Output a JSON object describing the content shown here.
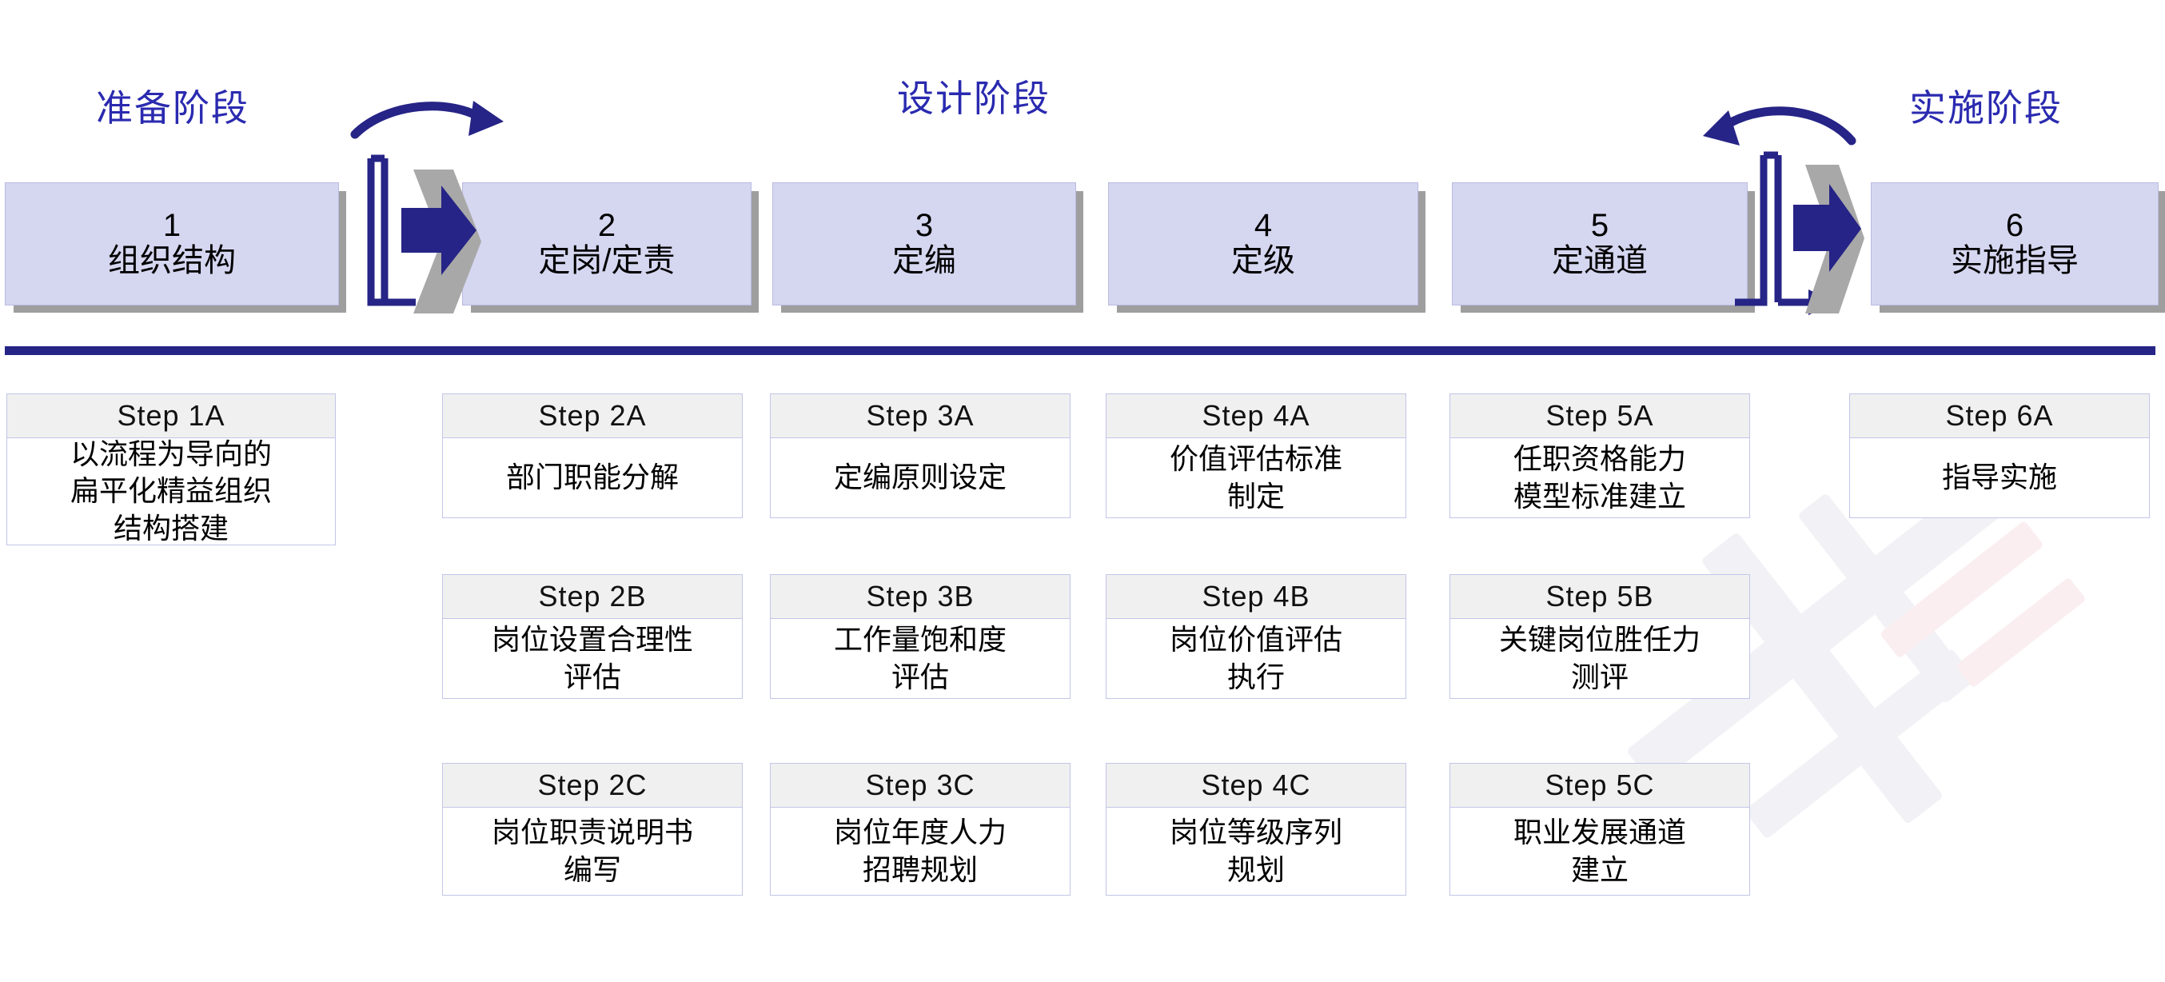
{
  "colors": {
    "accent_blue": "#2a2ab0",
    "divider_blue": "#262486",
    "stage_fill": "#d5d6f0",
    "stage_border": "#b9bbe0",
    "stage_shadow": "#9e9e9e",
    "card_header_fill": "#f0f0f0",
    "card_border": "#c3c5e8",
    "text_black": "#000000"
  },
  "phases": [
    {
      "id": "prepare",
      "label": "准备阶段"
    },
    {
      "id": "design",
      "label": "设计阶段"
    },
    {
      "id": "implement",
      "label": "实施阶段"
    }
  ],
  "stages": [
    {
      "number": "1",
      "title": "组织结构"
    },
    {
      "number": "2",
      "title": "定岗/定责"
    },
    {
      "number": "3",
      "title": "定编"
    },
    {
      "number": "4",
      "title": "定级"
    },
    {
      "number": "5",
      "title": "定通道"
    },
    {
      "number": "6",
      "title": "实施指导"
    }
  ],
  "connectors": [
    {
      "id": "prepare-to-design",
      "direction": "right",
      "curve": "arc-right"
    },
    {
      "id": "design-to-implement",
      "direction": "left",
      "curve": "arc-left"
    }
  ],
  "columns": [
    {
      "id": "col-1",
      "steps": [
        {
          "head": "Step 1A",
          "lines": [
            "以流程为导向的",
            "扁平化精益组织",
            "结构搭建"
          ]
        }
      ]
    },
    {
      "id": "col-2",
      "steps": [
        {
          "head": "Step 2A",
          "lines": [
            "部门职能分解"
          ]
        },
        {
          "head": "Step 2B",
          "lines": [
            "岗位设置合理性",
            "评估"
          ]
        },
        {
          "head": "Step 2C",
          "lines": [
            "岗位职责说明书",
            "编写"
          ]
        }
      ]
    },
    {
      "id": "col-3",
      "steps": [
        {
          "head": "Step 3A",
          "lines": [
            "定编原则设定"
          ]
        },
        {
          "head": "Step 3B",
          "lines": [
            "工作量饱和度",
            "评估"
          ]
        },
        {
          "head": "Step 3C",
          "lines": [
            "岗位年度人力",
            "招聘规划"
          ]
        }
      ]
    },
    {
      "id": "col-4",
      "steps": [
        {
          "head": "Step 4A",
          "lines": [
            "价值评估标准",
            "制定"
          ]
        },
        {
          "head": "Step 4B",
          "lines": [
            "岗位价值评估",
            "执行"
          ]
        },
        {
          "head": "Step 4C",
          "lines": [
            "岗位等级序列",
            "规划"
          ]
        }
      ]
    },
    {
      "id": "col-5",
      "steps": [
        {
          "head": "Step 5A",
          "lines": [
            "任职资格能力",
            "模型标准建立"
          ]
        },
        {
          "head": "Step 5B",
          "lines": [
            "关键岗位胜任力",
            "测评"
          ]
        },
        {
          "head": "Step 5C",
          "lines": [
            "职业发展通道",
            "建立"
          ]
        }
      ]
    },
    {
      "id": "col-6",
      "steps": [
        {
          "head": "Step 6A",
          "lines": [
            "指导实施"
          ]
        }
      ]
    }
  ]
}
